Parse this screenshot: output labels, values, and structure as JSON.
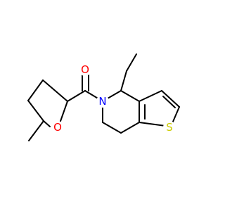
{
  "atoms": {
    "carbonyl_oxygen": {
      "symbol": "O",
      "color": "#FF0000"
    },
    "ring_nitrogen": {
      "symbol": "N",
      "color": "#0000FF"
    },
    "ring_oxygen": {
      "symbol": "O",
      "color": "#FF0000"
    },
    "ring_sulfur": {
      "symbol": "S",
      "color": "#CCCC00"
    }
  },
  "colors": {
    "bond": "#000000",
    "background": "#FFFFFF"
  }
}
